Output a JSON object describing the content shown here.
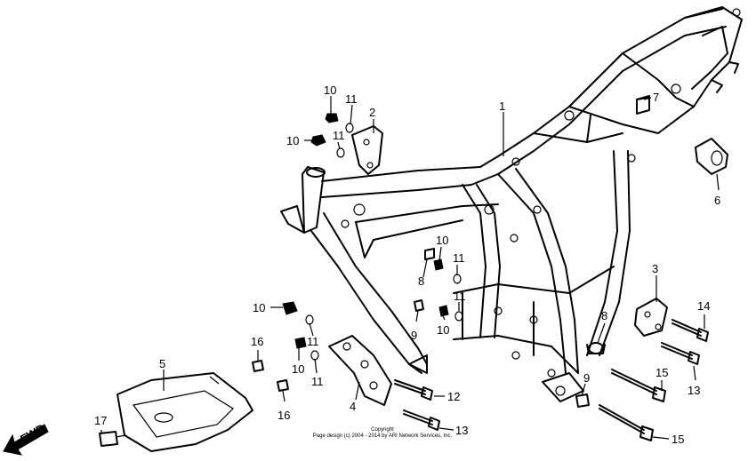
{
  "callouts": [
    {
      "id": "c1",
      "text": "1"
    },
    {
      "id": "c2",
      "text": "2"
    },
    {
      "id": "c3",
      "text": "3"
    },
    {
      "id": "c4",
      "text": "4"
    },
    {
      "id": "c5",
      "text": "5"
    },
    {
      "id": "c6",
      "text": "6"
    },
    {
      "id": "c7",
      "text": "7"
    },
    {
      "id": "c8a",
      "text": "8"
    },
    {
      "id": "c8b",
      "text": "8"
    },
    {
      "id": "c9a",
      "text": "9"
    },
    {
      "id": "c9b",
      "text": "9"
    },
    {
      "id": "c10a",
      "text": "10"
    },
    {
      "id": "c10b",
      "text": "10"
    },
    {
      "id": "c10c",
      "text": "10"
    },
    {
      "id": "c10d",
      "text": "10"
    },
    {
      "id": "c10e",
      "text": "10"
    },
    {
      "id": "c10f",
      "text": "10"
    },
    {
      "id": "c11a",
      "text": "11"
    },
    {
      "id": "c11b",
      "text": "11"
    },
    {
      "id": "c11c",
      "text": "11"
    },
    {
      "id": "c11d",
      "text": "11"
    },
    {
      "id": "c11e",
      "text": "11"
    },
    {
      "id": "c11f",
      "text": "11"
    },
    {
      "id": "c12",
      "text": "12"
    },
    {
      "id": "c13a",
      "text": "13"
    },
    {
      "id": "c13b",
      "text": "13"
    },
    {
      "id": "c14",
      "text": "14"
    },
    {
      "id": "c15a",
      "text": "15"
    },
    {
      "id": "c15b",
      "text": "15"
    },
    {
      "id": "c16a",
      "text": "16"
    },
    {
      "id": "c16b",
      "text": "16"
    },
    {
      "id": "c17",
      "text": "17"
    }
  ],
  "fwd_label": "FWD",
  "copyright_line1": "Copyright",
  "copyright_line2": "Page design (c) 2004 - 2014 by ARI Network Services, Inc."
}
